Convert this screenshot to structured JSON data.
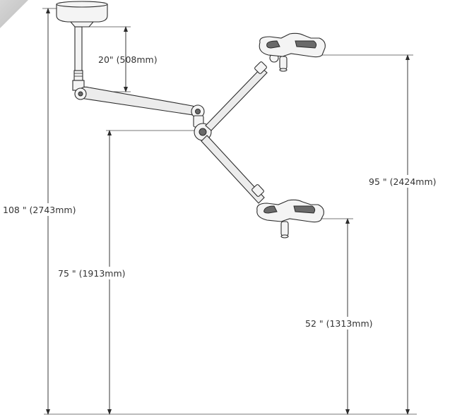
{
  "dimensions": {
    "mount_drop": "20\" (508mm)",
    "ceiling_height": "108 \" (2743mm)",
    "pivot_height": "75 \" (1913mm)",
    "upper_head_height": "95 \" (2424mm)",
    "lower_head_height": "52 \" (1313mm)"
  }
}
